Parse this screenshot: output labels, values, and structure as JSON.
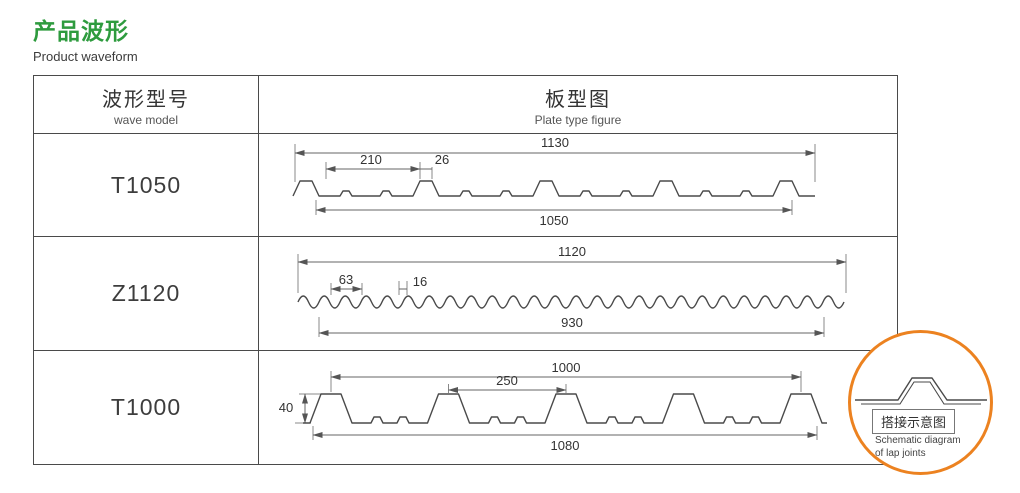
{
  "page": {
    "title_cn": "产品波形",
    "title_en": "Product waveform"
  },
  "table": {
    "headers": {
      "model_cn": "波形型号",
      "model_en": "wave model",
      "figure_cn": "板型图",
      "figure_en": "Plate type figure"
    },
    "rows": [
      {
        "model": "T1050",
        "dim_total": "1130",
        "dim_pitch": "210",
        "dim_small": "26",
        "dim_cover": "1050"
      },
      {
        "model": "Z1120",
        "dim_total": "1120",
        "dim_pitch": "63",
        "dim_small": "16",
        "dim_cover": "930"
      },
      {
        "model": "T1000",
        "dim_total": "1000",
        "dim_pitch": "250",
        "dim_small": "40",
        "dim_cover": "1080"
      }
    ]
  },
  "lap_joint": {
    "label_cn": "搭接示意图",
    "label_en_1": "Schematic diagram",
    "label_en_2": "of lap joints"
  },
  "colors": {
    "title_green": "#2e9b3e",
    "circle_orange": "#ec8220",
    "line_dark": "#4a4a4a"
  }
}
